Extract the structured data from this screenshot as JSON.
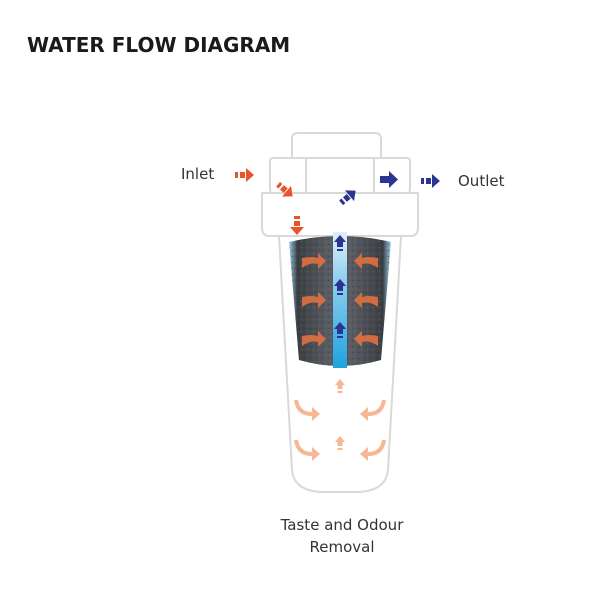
{
  "title": "WATER FLOW DIAGRAM",
  "labels": {
    "inlet": "Inlet",
    "outlet": "Outlet",
    "caption_line1": "Taste and Odour",
    "caption_line2": "Removal"
  },
  "colors": {
    "inlet_arrow": "#e8552a",
    "outlet_arrow": "#2b3490",
    "flow_arrow": "#f0a07a",
    "flow_arrow_light": "#f5c2a6",
    "cartridge_dark": "#4a4d52",
    "core_blue": "#29a9e1",
    "housing_outline": "#d9d9d9"
  },
  "icons": {
    "inlet": "arrow-right-icon",
    "outlet": "arrow-right-icon",
    "flow_up": "arrow-up-icon",
    "flow_curve": "curved-arrow-icon"
  }
}
